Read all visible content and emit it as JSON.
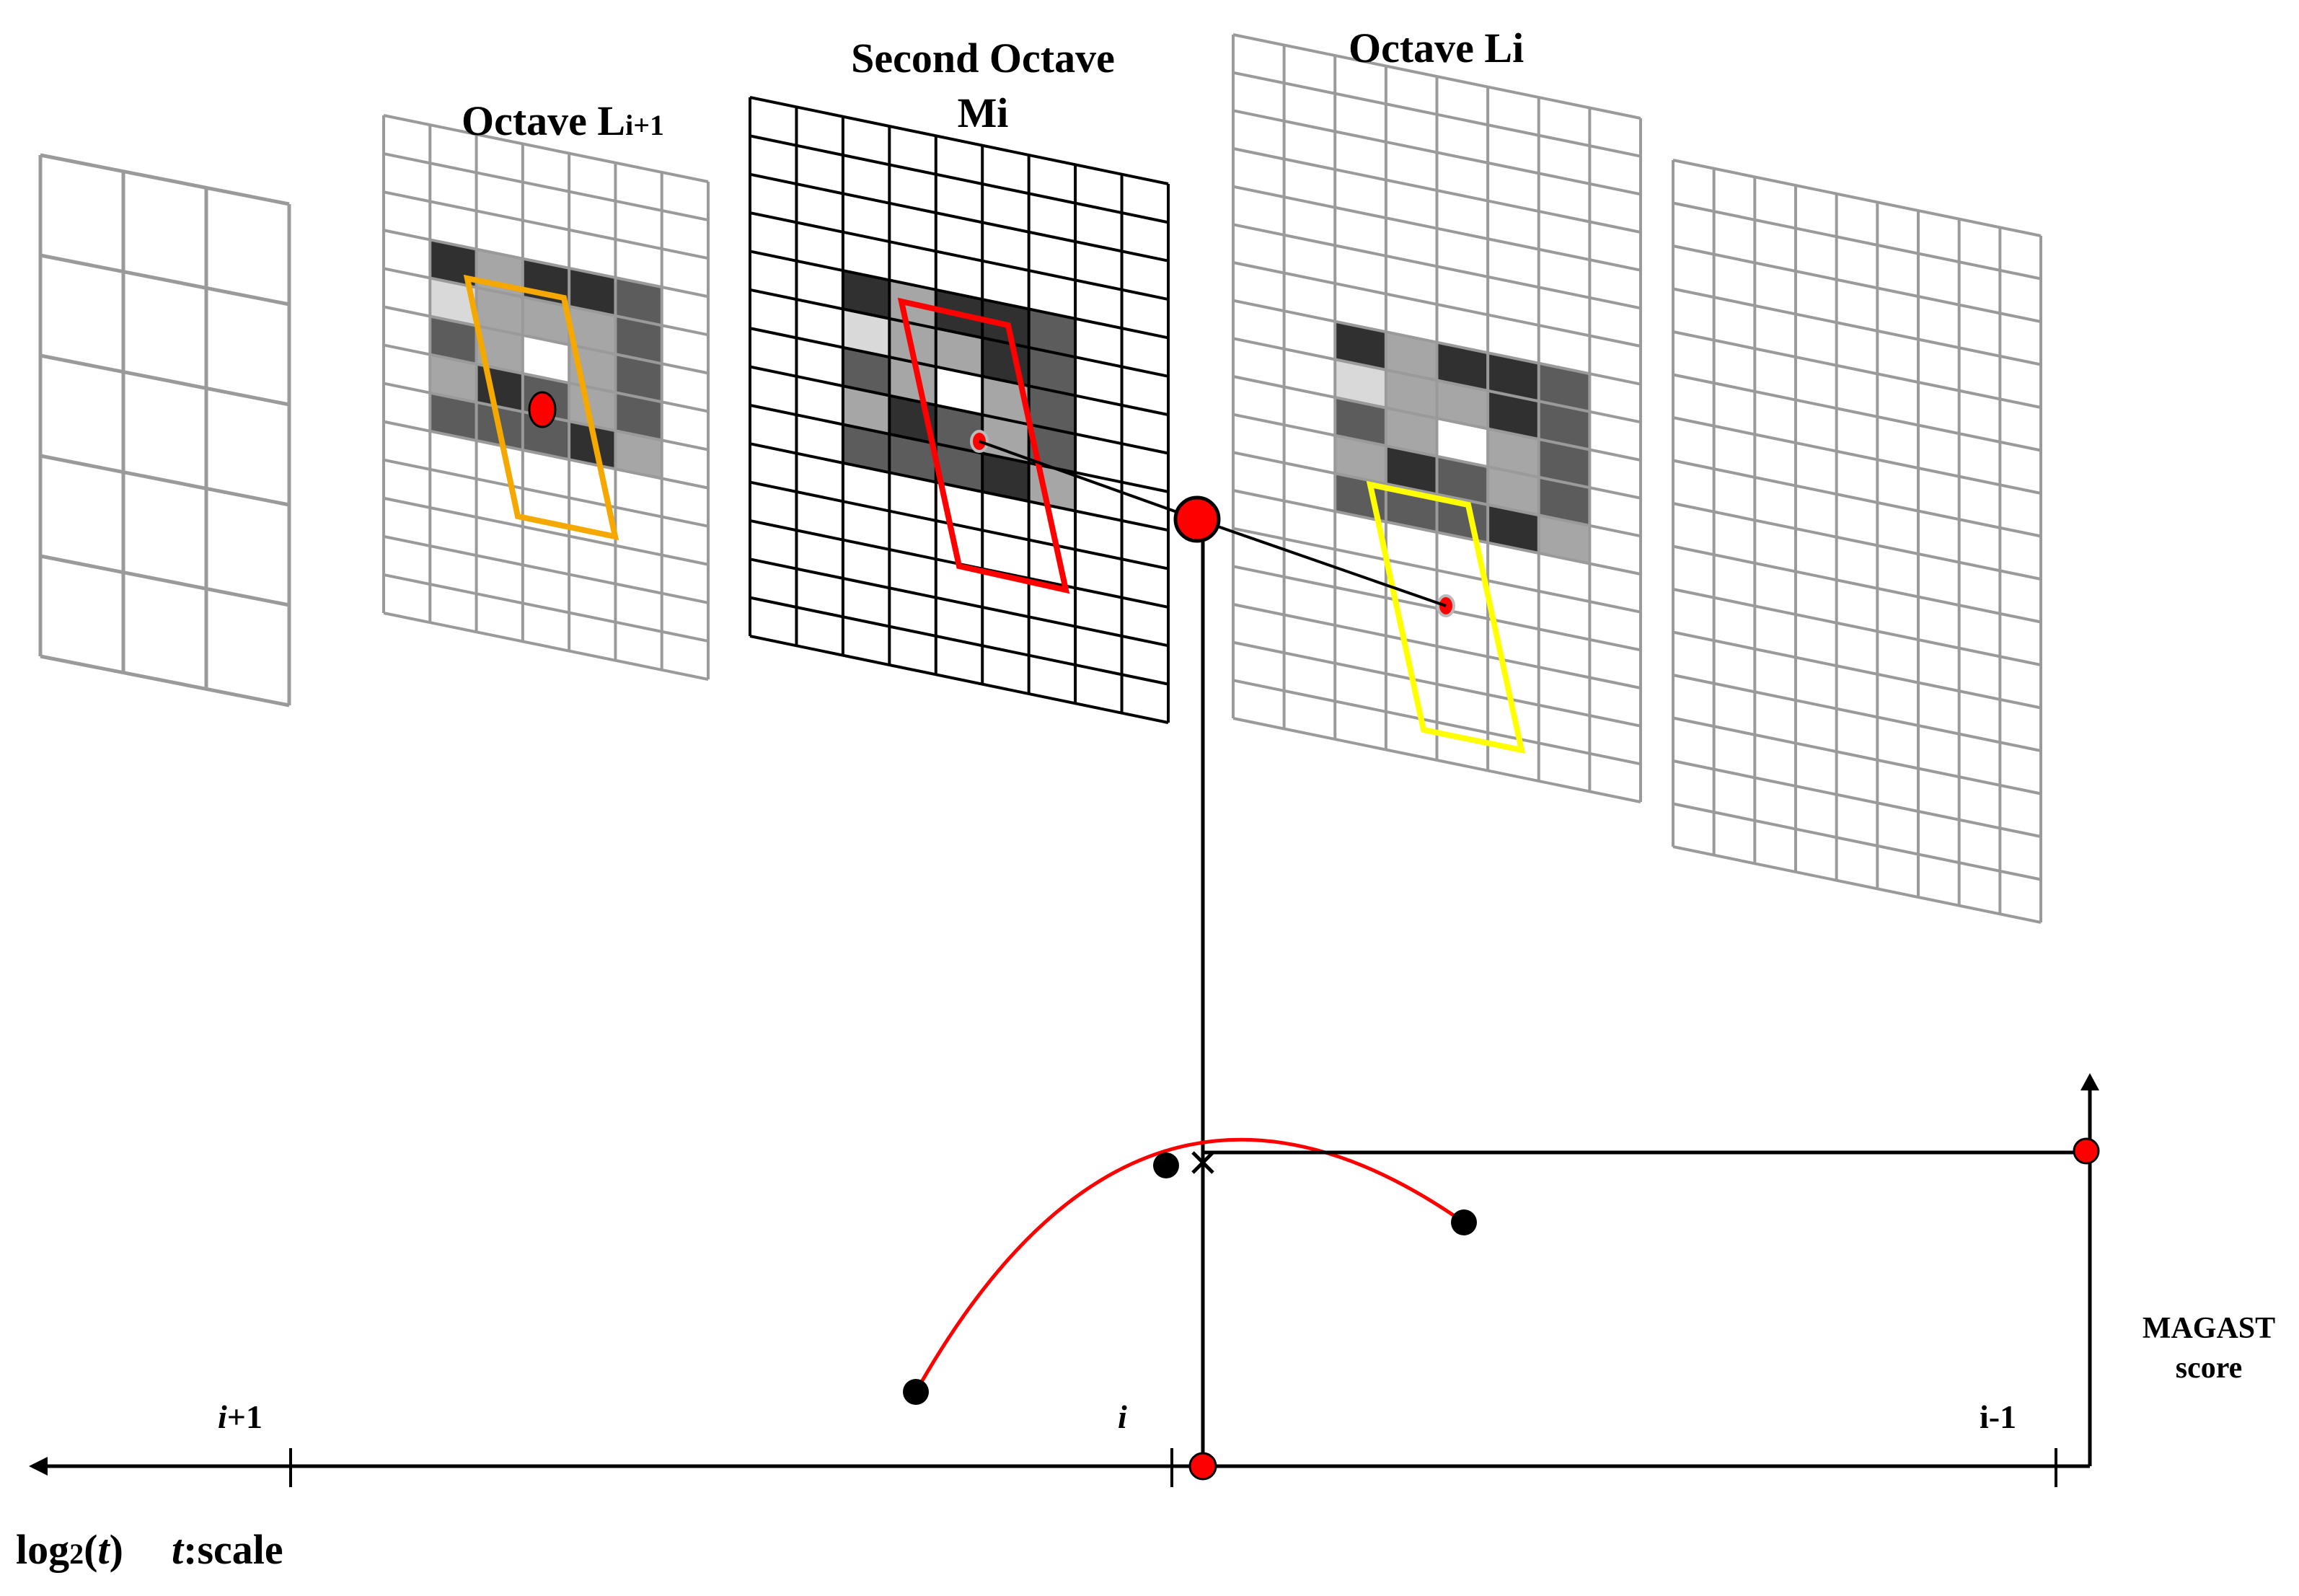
{
  "labels": {
    "octave_l_next_main": "Octave L",
    "octave_l_next_sub": "i+1",
    "second_octave_line1": "Second Octave",
    "second_octave_line2": "Mi",
    "octave_l": "Octave Li",
    "magast_line1": "MAGAST",
    "magast_line2": "score",
    "axis_log_main": "log",
    "axis_log_sub": "2",
    "axis_log_open": "(",
    "axis_log_t": "t",
    "axis_log_close": ")",
    "axis_t": "t",
    "axis_scale": ":scale"
  },
  "axis_ticks": {
    "i_plus_1_italic": "i",
    "i_plus_1_rest": "+1",
    "i": "i",
    "i_minus_1": "i-1"
  },
  "colors": {
    "accent_red": "#ff0000",
    "orange_window": "#f5a800",
    "yellow_window": "#ffff00",
    "grid_gray": "#9a9a9a",
    "grid_black": "#000000",
    "cell_dark": "#303030",
    "cell_mid": "#5c5c5c",
    "cell_gray": "#a6a6a6",
    "cell_light": "#d9d9d9"
  },
  "icons": {
    "axis_arrow": "arrow-left-icon",
    "score_arrow": "arrow-up-icon",
    "keypoint": "red-dot-icon",
    "max_marker": "cross-icon"
  }
}
